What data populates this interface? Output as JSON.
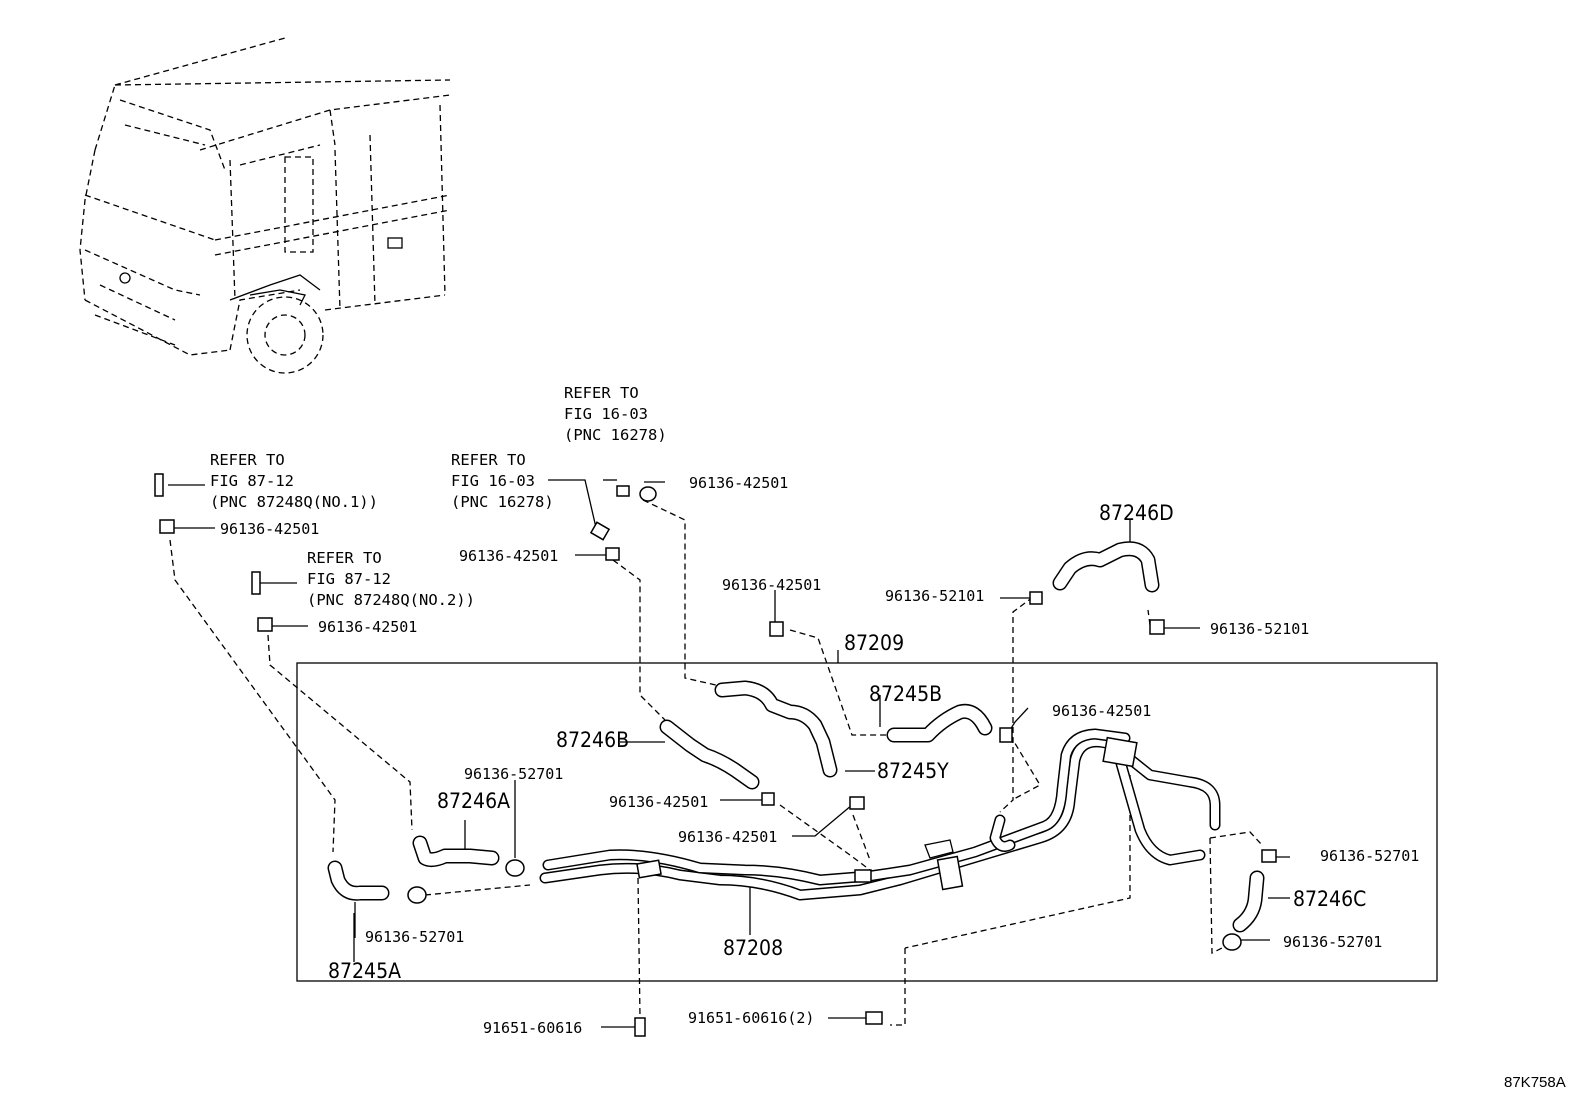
{
  "diagram": {
    "refers": {
      "a": {
        "l1": "REFER TO",
        "l2": "FIG 87-12",
        "l3": "(PNC 87248Q(NO.1))"
      },
      "b": {
        "l1": "REFER TO",
        "l2": "FIG 87-12",
        "l3": "(PNC 87248Q(NO.2))"
      },
      "c": {
        "l1": "REFER TO",
        "l2": "FIG 16-03",
        "l3": "(PNC 16278)"
      },
      "d": {
        "l1": "REFER TO",
        "l2": "FIG 16-03",
        "l3": "(PNC 16278)"
      }
    },
    "parts": {
      "p87246D": "87246D",
      "p87209": "87209",
      "p87245B": "87245B",
      "p87246B": "87246B",
      "p87245Y": "87245Y",
      "p87246A": "87246A",
      "p87245A": "87245A",
      "p87208": "87208",
      "p87246C": "87246C"
    },
    "clamps": {
      "c1": "96136-42501",
      "c2": "96136-42501",
      "c3": "96136-42501",
      "c4": "96136-42501",
      "c5": "96136-42501",
      "c6": "96136-52101",
      "c7": "96136-52101",
      "c8": "96136-42501",
      "c9": "96136-52701",
      "c10": "96136-42501",
      "c11": "96136-42501",
      "c12": "96136-52701",
      "c13": "96136-52701",
      "c14": "96136-52701"
    },
    "bolts": {
      "b1": "91651-60616",
      "b2": "91651-60616(2)"
    },
    "figure_code": "87K758A"
  }
}
